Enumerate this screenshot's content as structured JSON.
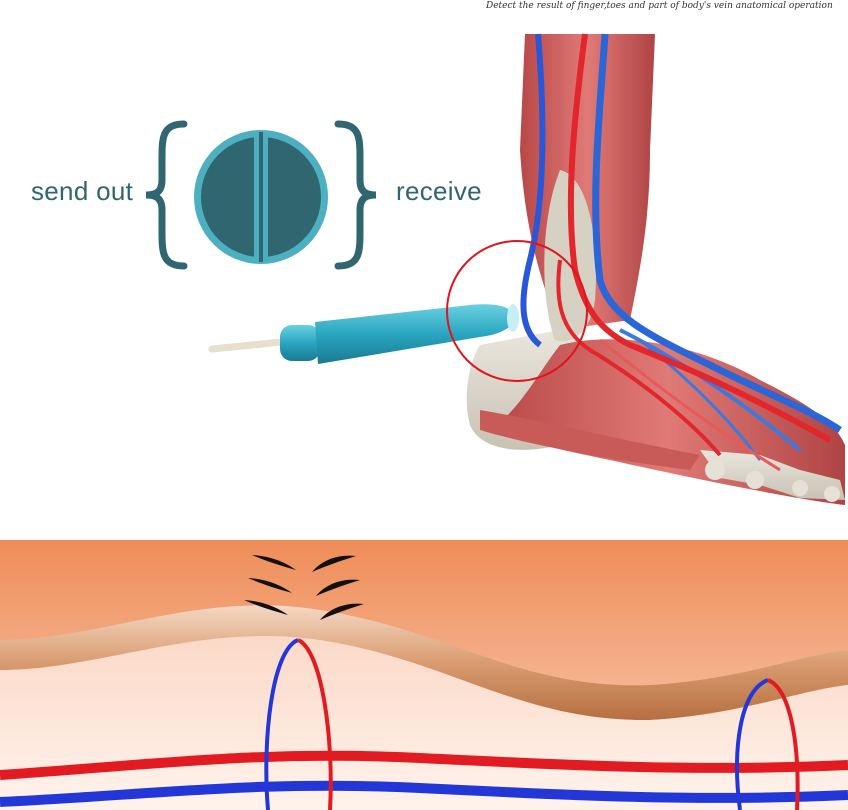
{
  "caption": "Detect the result of finger,toes and part of body's vein anatomical operation",
  "probe_diagram": {
    "send_label": "send out",
    "receive_label": "receive"
  },
  "colors": {
    "teal_dark": "#2f6670",
    "teal_light": "#4cb0c0",
    "probe_blue": "#1f9bb5",
    "artery_red": "#e21b23",
    "vein_blue": "#2337d8",
    "skin_orange": "#f09565",
    "highlight_circle": "#e0141f"
  }
}
